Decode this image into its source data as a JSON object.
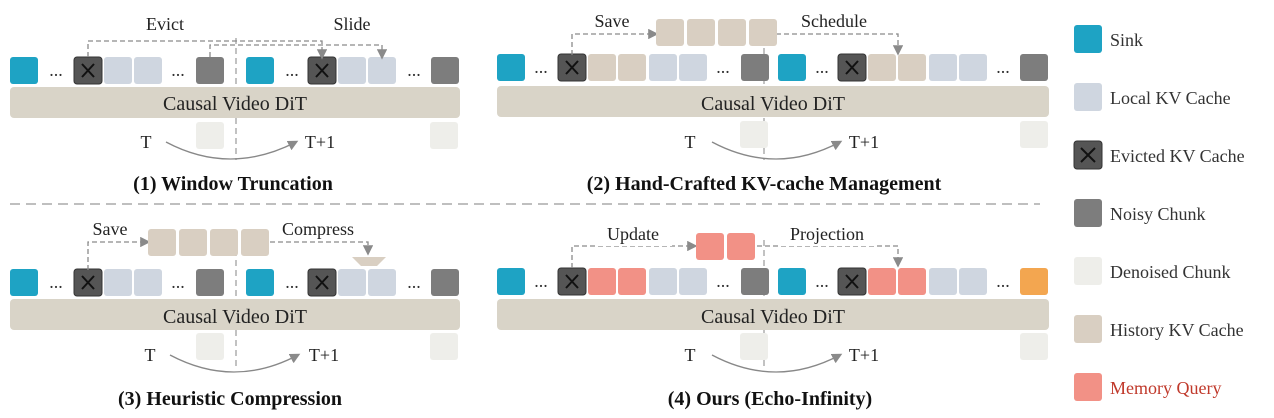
{
  "colors": {
    "sink": "#1ea3c4",
    "local": "#cfd6e0",
    "evicted": "#555555",
    "noisy": "#7d7d7d",
    "denoised": "#eeeeea",
    "history": "#d9cfc2",
    "memory": "#f29186",
    "output": "#f3a650",
    "dit": "#d9d4c8",
    "memory_legend_text": "#c0392b"
  },
  "panels": [
    {
      "title": "(1) Window Truncation",
      "dit": "Causal Video DiT",
      "t": "T",
      "t1": "T+1",
      "labels": [
        "Evict",
        "Slide"
      ]
    },
    {
      "title": "(2) Hand-Crafted KV-cache Management",
      "dit": "Causal Video DiT",
      "t": "T",
      "t1": "T+1",
      "labels": [
        "Save",
        "Schedule"
      ]
    },
    {
      "title": "(3) Heuristic Compression",
      "dit": "Causal Video DiT",
      "t": "T",
      "t1": "T+1",
      "labels": [
        "Save",
        "Compress"
      ]
    },
    {
      "title": "(4) Ours (Echo-Infinity)",
      "dit": "Causal Video DiT",
      "t": "T",
      "t1": "T+1",
      "labels": [
        "Update",
        "Projection"
      ]
    }
  ],
  "dots": "...",
  "legend": [
    {
      "label": "Sink",
      "icon": "sink-square-icon"
    },
    {
      "label": "Local KV Cache",
      "icon": "local-square-icon"
    },
    {
      "label": "Evicted KV Cache",
      "icon": "evicted-x-icon"
    },
    {
      "label": "Noisy Chunk",
      "icon": "noisy-square-icon"
    },
    {
      "label": "Denoised Chunk",
      "icon": "denoised-square-icon"
    },
    {
      "label": "History KV Cache",
      "icon": "history-square-icon"
    },
    {
      "label": "Memory Query",
      "icon": "memory-square-icon"
    }
  ]
}
